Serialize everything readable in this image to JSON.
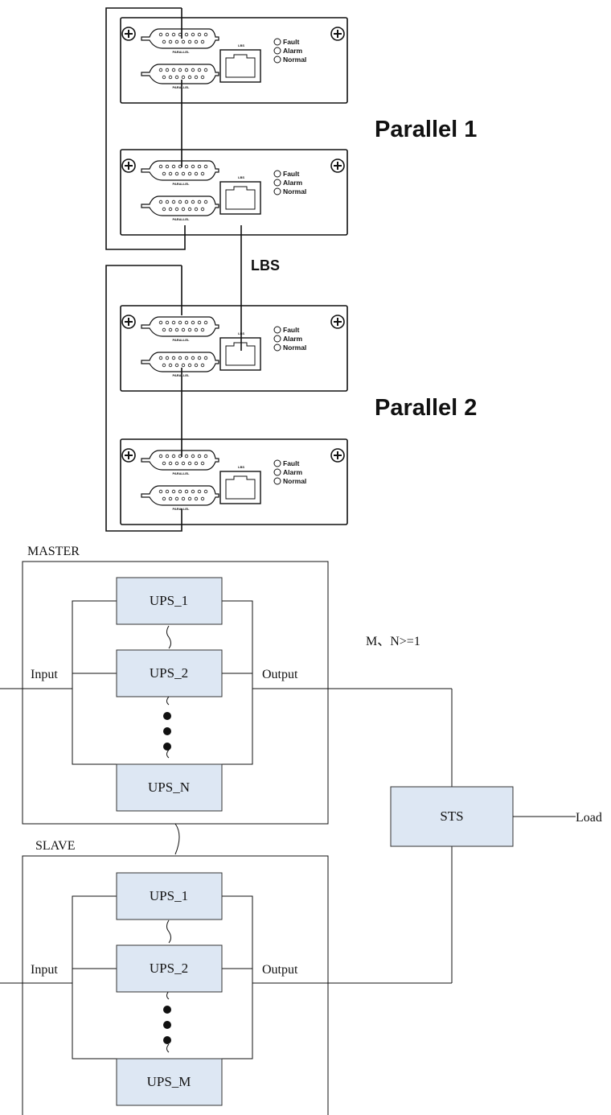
{
  "parallel_panel": {
    "group_1_label": "Parallel 1",
    "group_2_label": "Parallel 2",
    "lbs_cable_label": "LBS",
    "port_labels": {
      "upper": "PARALLEL",
      "lower": "PARALLEL",
      "lbs": "LBS"
    },
    "led_labels": [
      "Fault",
      "Alarm",
      "Normal"
    ]
  },
  "block_diagram": {
    "note": "M、N>=1",
    "master": {
      "title": "MASTER",
      "input_label": "Input",
      "output_label": "Output",
      "units": [
        "UPS_1",
        "UPS_2",
        "UPS_N"
      ]
    },
    "slave": {
      "title": "SLAVE",
      "input_label": "Input",
      "output_label": "Output",
      "units": [
        "UPS_1",
        "UPS_2",
        "UPS_M"
      ]
    },
    "sts_label": "STS",
    "load_label": "Load"
  }
}
